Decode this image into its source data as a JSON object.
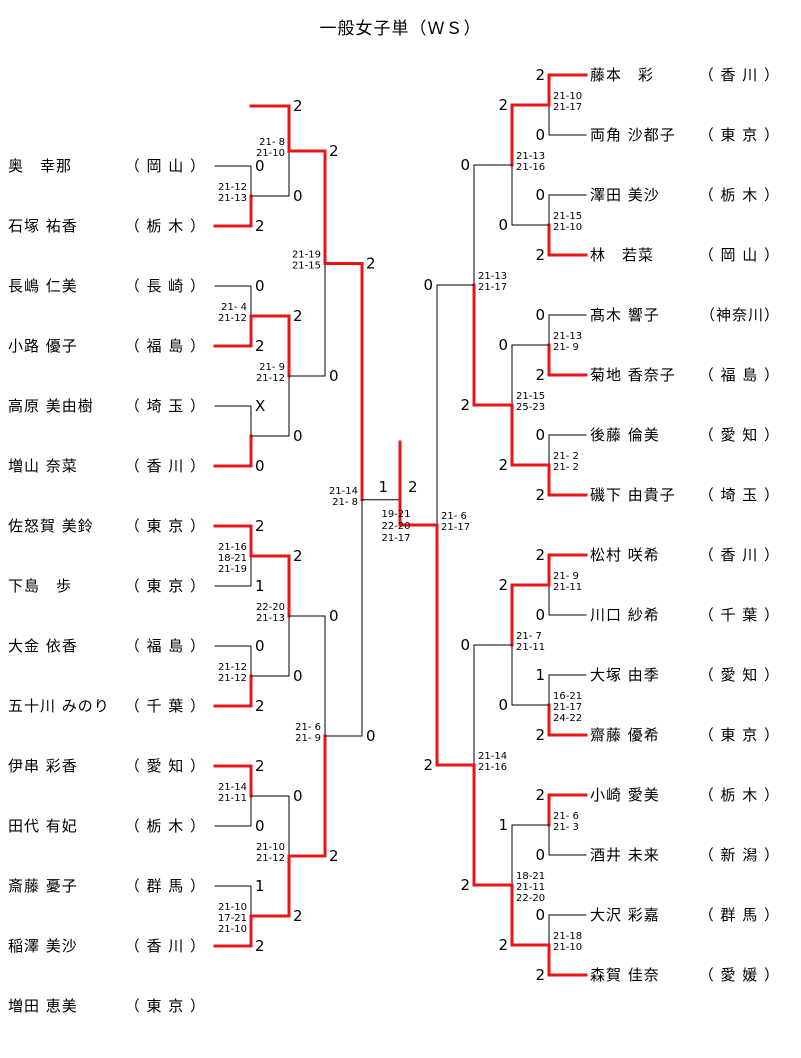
{
  "title": "一般女子単（ＷＳ）",
  "colors": {
    "win": "#e8141a",
    "line": "#000000"
  },
  "left_players": [
    {
      "name": "奥　幸那",
      "pref": "岡山"
    },
    {
      "name": "石塚 祐香",
      "pref": "栃木"
    },
    {
      "name": "長嶋 仁美",
      "pref": "長崎"
    },
    {
      "name": "小路 優子",
      "pref": "福島"
    },
    {
      "name": "高原 美由樹",
      "pref": "埼玉"
    },
    {
      "name": "増山 奈菜",
      "pref": "香川"
    },
    {
      "name": "佐怒賀 美鈴",
      "pref": "東京"
    },
    {
      "name": "下島　歩",
      "pref": "東京"
    },
    {
      "name": "大金 依香",
      "pref": "福島"
    },
    {
      "name": "五十川 みのり",
      "pref": "千葉"
    },
    {
      "name": "伊串 彩香",
      "pref": "愛知"
    },
    {
      "name": "田代 有妃",
      "pref": "栃木"
    },
    {
      "name": "斎藤 憂子",
      "pref": "群馬"
    },
    {
      "name": "稲澤 美沙",
      "pref": "香川"
    },
    {
      "name": "増田 恵美",
      "pref": "東京"
    }
  ],
  "right_players": [
    {
      "name": "藤本　彩",
      "pref": "香川"
    },
    {
      "name": "両角 沙都子",
      "pref": "東京"
    },
    {
      "name": "澤田 美沙",
      "pref": "栃木"
    },
    {
      "name": "林　若菜",
      "pref": "岡山"
    },
    {
      "name": "髙木 響子",
      "pref": "神奈川"
    },
    {
      "name": "菊地 香奈子",
      "pref": "福島"
    },
    {
      "name": "後藤 倫美",
      "pref": "愛知"
    },
    {
      "name": "磯下 由貴子",
      "pref": "埼玉"
    },
    {
      "name": "松村 咲希",
      "pref": "香川"
    },
    {
      "name": "川口 紗希",
      "pref": "千葉"
    },
    {
      "name": "大塚 由季",
      "pref": "愛知"
    },
    {
      "name": "齋藤 優希",
      "pref": "東京"
    },
    {
      "name": "小崎 愛美",
      "pref": "栃木"
    },
    {
      "name": "酒井 未来",
      "pref": "新潟"
    },
    {
      "name": "大沢 彩嘉",
      "pref": "群馬"
    },
    {
      "name": "森賀 佳奈",
      "pref": "愛媛"
    }
  ],
  "matches": [
    {
      "id": "L1",
      "side": "L",
      "round": 1,
      "a": 1,
      "b": 2,
      "win": "b",
      "sa": "0",
      "sb": "2",
      "games": [
        "21-12",
        "21-13"
      ]
    },
    {
      "id": "L2",
      "side": "L",
      "round": 1,
      "a": 3,
      "b": 4,
      "win": "b",
      "sa": "0",
      "sb": "2",
      "games": [
        "21- 4",
        "21-12"
      ]
    },
    {
      "id": "L3",
      "side": "L",
      "round": 1,
      "a": 5,
      "b": 6,
      "win": "b",
      "sa": "X",
      "sb": "0",
      "games": []
    },
    {
      "id": "L4",
      "side": "L",
      "round": 1,
      "a": 7,
      "b": 8,
      "win": "a",
      "sa": "2",
      "sb": "1",
      "games": [
        "21-16",
        "18-21",
        "21-19"
      ]
    },
    {
      "id": "L5",
      "side": "L",
      "round": 1,
      "a": 9,
      "b": 10,
      "win": "b",
      "sa": "0",
      "sb": "2",
      "games": [
        "21-12",
        "21-12"
      ]
    },
    {
      "id": "L6",
      "side": "L",
      "round": 1,
      "a": 11,
      "b": 12,
      "win": "a",
      "sa": "2",
      "sb": "0",
      "games": [
        "21-14",
        "21-11"
      ]
    },
    {
      "id": "L7",
      "side": "L",
      "round": 1,
      "a": 13,
      "b": 14,
      "win": "b",
      "sa": "1",
      "sb": "2",
      "games": [
        "21-10",
        "17-21",
        "21-10"
      ]
    },
    {
      "id": "L8",
      "side": "L",
      "round": 2,
      "a": 0,
      "b": "L1",
      "win": "a",
      "sa": "2",
      "sb": "0",
      "games": [
        "21- 8",
        "21-10"
      ]
    },
    {
      "id": "L9",
      "side": "L",
      "round": 2,
      "a": "L2",
      "b": "L3",
      "win": "a",
      "sa": "2",
      "sb": "0",
      "games": [
        "21- 9",
        "21-12"
      ]
    },
    {
      "id": "L10",
      "side": "L",
      "round": 2,
      "a": "L4",
      "b": "L5",
      "win": "a",
      "sa": "2",
      "sb": "0",
      "games": [
        "22-20",
        "21-13"
      ]
    },
    {
      "id": "L11",
      "side": "L",
      "round": 2,
      "a": "L6",
      "b": "L7",
      "win": "b",
      "sa": "0",
      "sb": "2",
      "games": [
        "21-10",
        "21-12"
      ]
    },
    {
      "id": "L12",
      "side": "L",
      "round": 3,
      "a": "L8",
      "b": "L9",
      "win": "a",
      "sa": "2",
      "sb": "0",
      "games": [
        "21-19",
        "21-15"
      ]
    },
    {
      "id": "L13",
      "side": "L",
      "round": 3,
      "a": "L10",
      "b": "L11",
      "win": "b",
      "sa": "0",
      "sb": "2",
      "games": [
        "21- 6",
        "21- 9"
      ]
    },
    {
      "id": "L14",
      "side": "L",
      "round": 4,
      "a": "L12",
      "b": "L13",
      "win": "a",
      "sa": "2",
      "sb": "0",
      "games": [
        "21-14",
        "21- 8"
      ]
    },
    {
      "id": "R1",
      "side": "R",
      "round": 1,
      "a": 0,
      "b": 1,
      "win": "a",
      "sa": "2",
      "sb": "0",
      "games": [
        "21-10",
        "21-17"
      ]
    },
    {
      "id": "R2",
      "side": "R",
      "round": 1,
      "a": 2,
      "b": 3,
      "win": "b",
      "sa": "0",
      "sb": "2",
      "games": [
        "21-15",
        "21-10"
      ]
    },
    {
      "id": "R3",
      "side": "R",
      "round": 1,
      "a": 4,
      "b": 5,
      "win": "b",
      "sa": "0",
      "sb": "2",
      "games": [
        "21-13",
        "21- 9"
      ]
    },
    {
      "id": "R4",
      "side": "R",
      "round": 1,
      "a": 6,
      "b": 7,
      "win": "b",
      "sa": "0",
      "sb": "2",
      "games": [
        "21- 2",
        "21- 2"
      ]
    },
    {
      "id": "R5",
      "side": "R",
      "round": 1,
      "a": 8,
      "b": 9,
      "win": "a",
      "sa": "2",
      "sb": "0",
      "games": [
        "21- 9",
        "21-11"
      ]
    },
    {
      "id": "R6",
      "side": "R",
      "round": 1,
      "a": 10,
      "b": 11,
      "win": "b",
      "sa": "1",
      "sb": "2",
      "games": [
        "16-21",
        "21-17",
        "24-22"
      ]
    },
    {
      "id": "R7",
      "side": "R",
      "round": 1,
      "a": 12,
      "b": 13,
      "win": "a",
      "sa": "2",
      "sb": "0",
      "games": [
        "21- 6",
        "21- 3"
      ]
    },
    {
      "id": "R8",
      "side": "R",
      "round": 1,
      "a": 14,
      "b": 15,
      "win": "b",
      "sa": "0",
      "sb": "2",
      "games": [
        "21-18",
        "21-10"
      ]
    },
    {
      "id": "R9",
      "side": "R",
      "round": 2,
      "a": "R1",
      "b": "R2",
      "win": "a",
      "sa": "2",
      "sb": "0",
      "games": [
        "21-13",
        "21-16"
      ]
    },
    {
      "id": "R10",
      "side": "R",
      "round": 2,
      "a": "R3",
      "b": "R4",
      "win": "b",
      "sa": "0",
      "sb": "2",
      "games": [
        "21-15",
        "25-23"
      ]
    },
    {
      "id": "R11",
      "side": "R",
      "round": 2,
      "a": "R5",
      "b": "R6",
      "win": "a",
      "sa": "2",
      "sb": "0",
      "games": [
        "21- 7",
        "21-11"
      ]
    },
    {
      "id": "R12",
      "side": "R",
      "round": 2,
      "a": "R7",
      "b": "R8",
      "win": "b",
      "sa": "1",
      "sb": "2",
      "games": [
        "18-21",
        "21-11",
        "22-20"
      ]
    },
    {
      "id": "R13",
      "side": "R",
      "round": 3,
      "a": "R9",
      "b": "R10",
      "win": "b",
      "sa": "0",
      "sb": "2",
      "games": [
        "21-13",
        "21-17"
      ]
    },
    {
      "id": "R14",
      "side": "R",
      "round": 3,
      "a": "R11",
      "b": "R12",
      "win": "b",
      "sa": "0",
      "sb": "2",
      "games": [
        "21-14",
        "21-16"
      ]
    },
    {
      "id": "R15",
      "side": "R",
      "round": 4,
      "a": "R13",
      "b": "R14",
      "win": "b",
      "sa": "0",
      "sb": "2",
      "games": [
        "21- 6",
        "21-17"
      ]
    }
  ],
  "final": {
    "left_score": "1",
    "right_score": "2",
    "games": [
      "19-21",
      "22-20",
      "21-17"
    ],
    "winner": "right"
  }
}
